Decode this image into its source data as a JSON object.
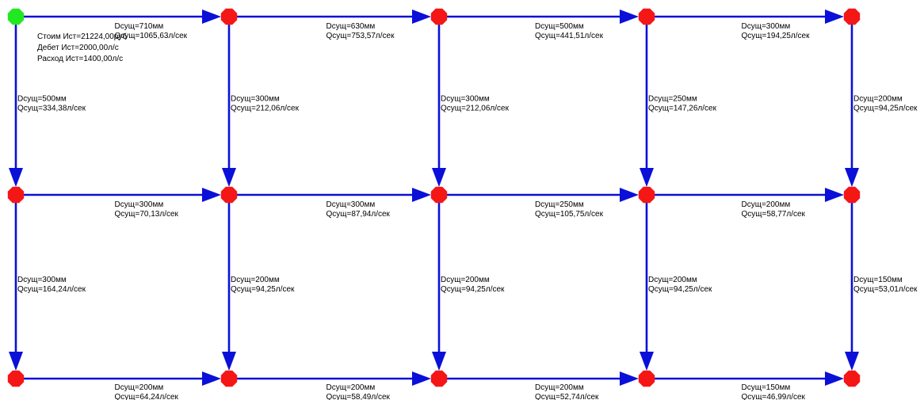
{
  "source_info": [
    "Стоим Ист=21224,00руб",
    "Дебет Ист=2000,00л/с",
    "Расход Ист=1400,00л/с"
  ],
  "nodes": [
    {
      "id": "n00",
      "kind": "source"
    },
    {
      "id": "n01",
      "kind": "junction"
    },
    {
      "id": "n02",
      "kind": "junction"
    },
    {
      "id": "n03",
      "kind": "junction"
    },
    {
      "id": "n04",
      "kind": "junction"
    },
    {
      "id": "n10",
      "kind": "junction"
    },
    {
      "id": "n11",
      "kind": "junction"
    },
    {
      "id": "n12",
      "kind": "junction"
    },
    {
      "id": "n13",
      "kind": "junction"
    },
    {
      "id": "n14",
      "kind": "junction"
    },
    {
      "id": "n20",
      "kind": "junction"
    },
    {
      "id": "n21",
      "kind": "junction"
    },
    {
      "id": "n22",
      "kind": "junction"
    },
    {
      "id": "n23",
      "kind": "junction"
    },
    {
      "id": "n24",
      "kind": "junction"
    }
  ],
  "pipes": [
    {
      "from": "n00",
      "to": "n01",
      "d": "Dсущ=710мм",
      "q": "Qсущ=1065,63л/сек"
    },
    {
      "from": "n01",
      "to": "n02",
      "d": "Dсущ=630мм",
      "q": "Qсущ=753,57л/сек"
    },
    {
      "from": "n02",
      "to": "n03",
      "d": "Dсущ=500мм",
      "q": "Qсущ=441,51л/сек"
    },
    {
      "from": "n03",
      "to": "n04",
      "d": "Dсущ=300мм",
      "q": "Qсущ=194,25л/сек"
    },
    {
      "from": "n10",
      "to": "n11",
      "d": "Dсущ=300мм",
      "q": "Qсущ=70,13л/сек"
    },
    {
      "from": "n11",
      "to": "n12",
      "d": "Dсущ=300мм",
      "q": "Qсущ=87,94л/сек"
    },
    {
      "from": "n12",
      "to": "n13",
      "d": "Dсущ=250мм",
      "q": "Qсущ=105,75л/сек"
    },
    {
      "from": "n13",
      "to": "n14",
      "d": "Dсущ=200мм",
      "q": "Qсущ=58,77л/сек"
    },
    {
      "from": "n20",
      "to": "n21",
      "d": "Dсущ=200мм",
      "q": "Qсущ=64,24л/сек"
    },
    {
      "from": "n21",
      "to": "n22",
      "d": "Dсущ=200мм",
      "q": "Qсущ=58,49л/сек"
    },
    {
      "from": "n22",
      "to": "n23",
      "d": "Dсущ=200мм",
      "q": "Qсущ=52,74л/сек"
    },
    {
      "from": "n23",
      "to": "n24",
      "d": "Dсущ=150мм",
      "q": "Qсущ=46,99л/сек"
    },
    {
      "from": "n00",
      "to": "n10",
      "d": "Dсущ=500мм",
      "q": "Qсущ=334,38л/сек"
    },
    {
      "from": "n01",
      "to": "n11",
      "d": "Dсущ=300мм",
      "q": "Qсущ=212,06л/сек"
    },
    {
      "from": "n02",
      "to": "n12",
      "d": "Dсущ=300мм",
      "q": "Qсущ=212,06л/сек"
    },
    {
      "from": "n03",
      "to": "n13",
      "d": "Dсущ=250мм",
      "q": "Qсущ=147,26л/сек"
    },
    {
      "from": "n04",
      "to": "n14",
      "d": "Dсущ=200мм",
      "q": "Qсущ=94,25л/сек"
    },
    {
      "from": "n10",
      "to": "n20",
      "d": "Dсущ=300мм",
      "q": "Qсущ=164,24л/сек"
    },
    {
      "from": "n11",
      "to": "n21",
      "d": "Dсущ=200мм",
      "q": "Qсущ=94,25л/сек"
    },
    {
      "from": "n12",
      "to": "n22",
      "d": "Dсущ=200мм",
      "q": "Qсущ=94,25л/сек"
    },
    {
      "from": "n13",
      "to": "n23",
      "d": "Dсущ=200мм",
      "q": "Qсущ=94,25л/сек"
    },
    {
      "from": "n14",
      "to": "n24",
      "d": "Dсущ=150мм",
      "q": "Qсущ=53,01л/сек"
    }
  ],
  "colors": {
    "pipe": "#0a10d8",
    "junction": "#f51616",
    "source": "#22e822"
  }
}
